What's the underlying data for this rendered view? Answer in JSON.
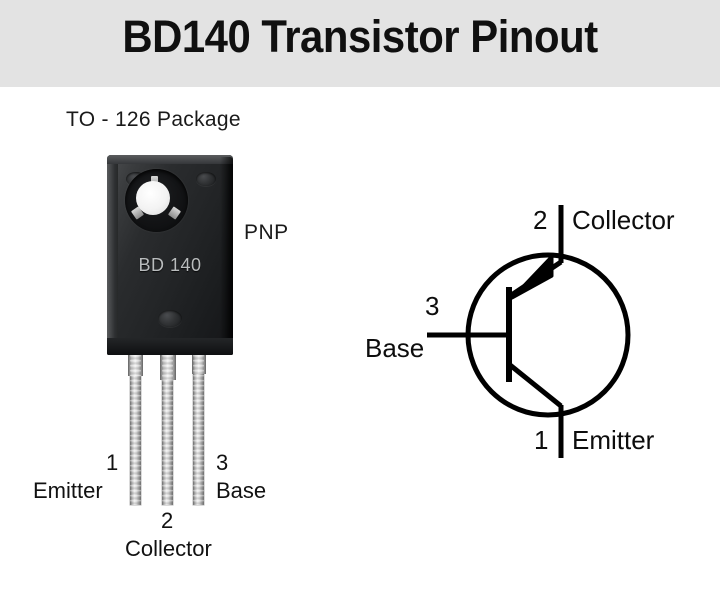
{
  "header": {
    "title": "BD140 Transistor Pinout",
    "band_color": "#e3e3e3",
    "text_color": "#101010"
  },
  "package": {
    "caption": "TO - 126 Package",
    "type_caption": "PNP",
    "marking": "BD 140",
    "body_color": "#2a2c2e",
    "lead_color": "#cfcfcf",
    "pins": [
      {
        "number": "1",
        "name": "Emitter"
      },
      {
        "number": "2",
        "name": "Collector"
      },
      {
        "number": "3",
        "name": "Base"
      }
    ]
  },
  "symbol": {
    "device_type": "PNP",
    "line_color": "#000000",
    "collector": {
      "number": "2",
      "name": "Collector"
    },
    "base": {
      "number": "3",
      "name": "Base"
    },
    "emitter": {
      "number": "1",
      "name": "Emitter"
    }
  }
}
